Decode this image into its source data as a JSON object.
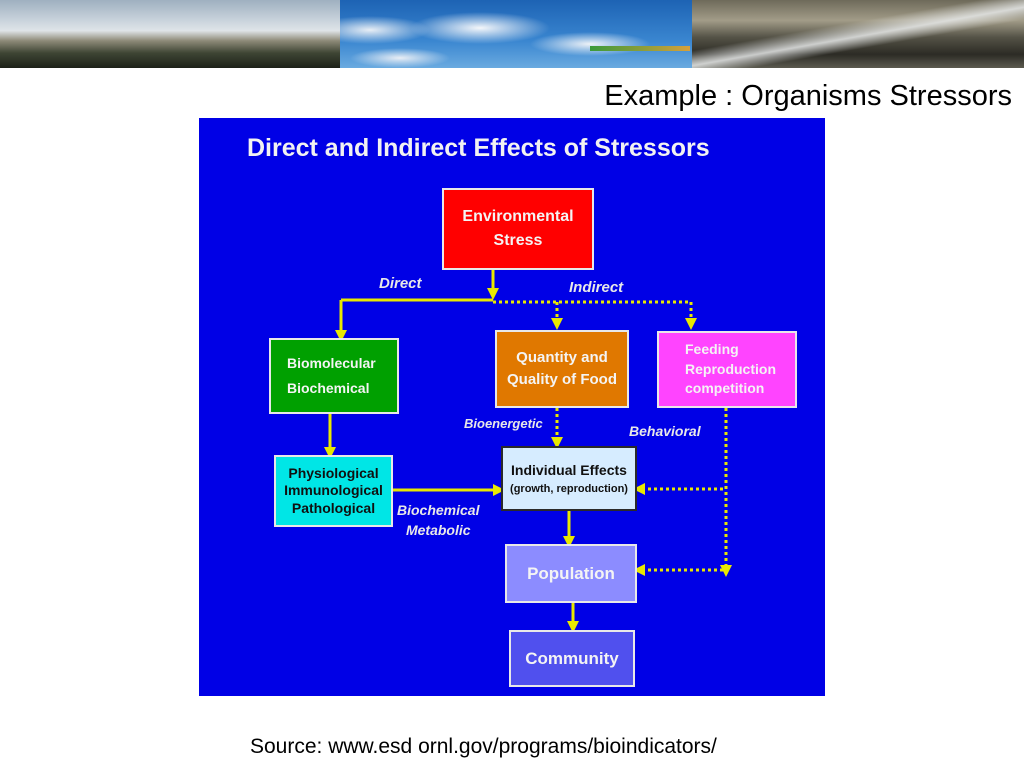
{
  "slide": {
    "title": "Example : Organisms Stressors",
    "source": "Source: www.esd ornl.gov/programs/bioindicators/"
  },
  "diagram": {
    "title": "Direct and Indirect Effects of Stressors",
    "nodes": {
      "environmental_stress": "Environmental\nStress",
      "biomolecular": "Biomolecular\nBiochemical",
      "food": "Quantity and\nQuality of Food",
      "feeding": "Feeding\nReproduction\ncompetition",
      "physiological": "Physiological\nImmunological\nPathological",
      "individual_effects_title": "Individual Effects",
      "individual_effects_sub": "(growth, reproduction)",
      "population": "Population",
      "community": "Community"
    },
    "labels": {
      "direct": "Direct",
      "indirect": "Indirect",
      "bioenergetic": "Bioenergetic",
      "behavioral": "Behavioral",
      "biochemical_metabolic": "Biochemical\nMetabolic"
    },
    "colors": {
      "background": "#0000e6",
      "stress": "#ff0000",
      "biomolecular": "#00a000",
      "food": "#e07800",
      "feeding": "#ff44ff",
      "physiological": "#00e6e6",
      "individual": "#d6ecff",
      "population": "#8c8cff",
      "community": "#5050ee",
      "connector": "#e8e800"
    }
  }
}
